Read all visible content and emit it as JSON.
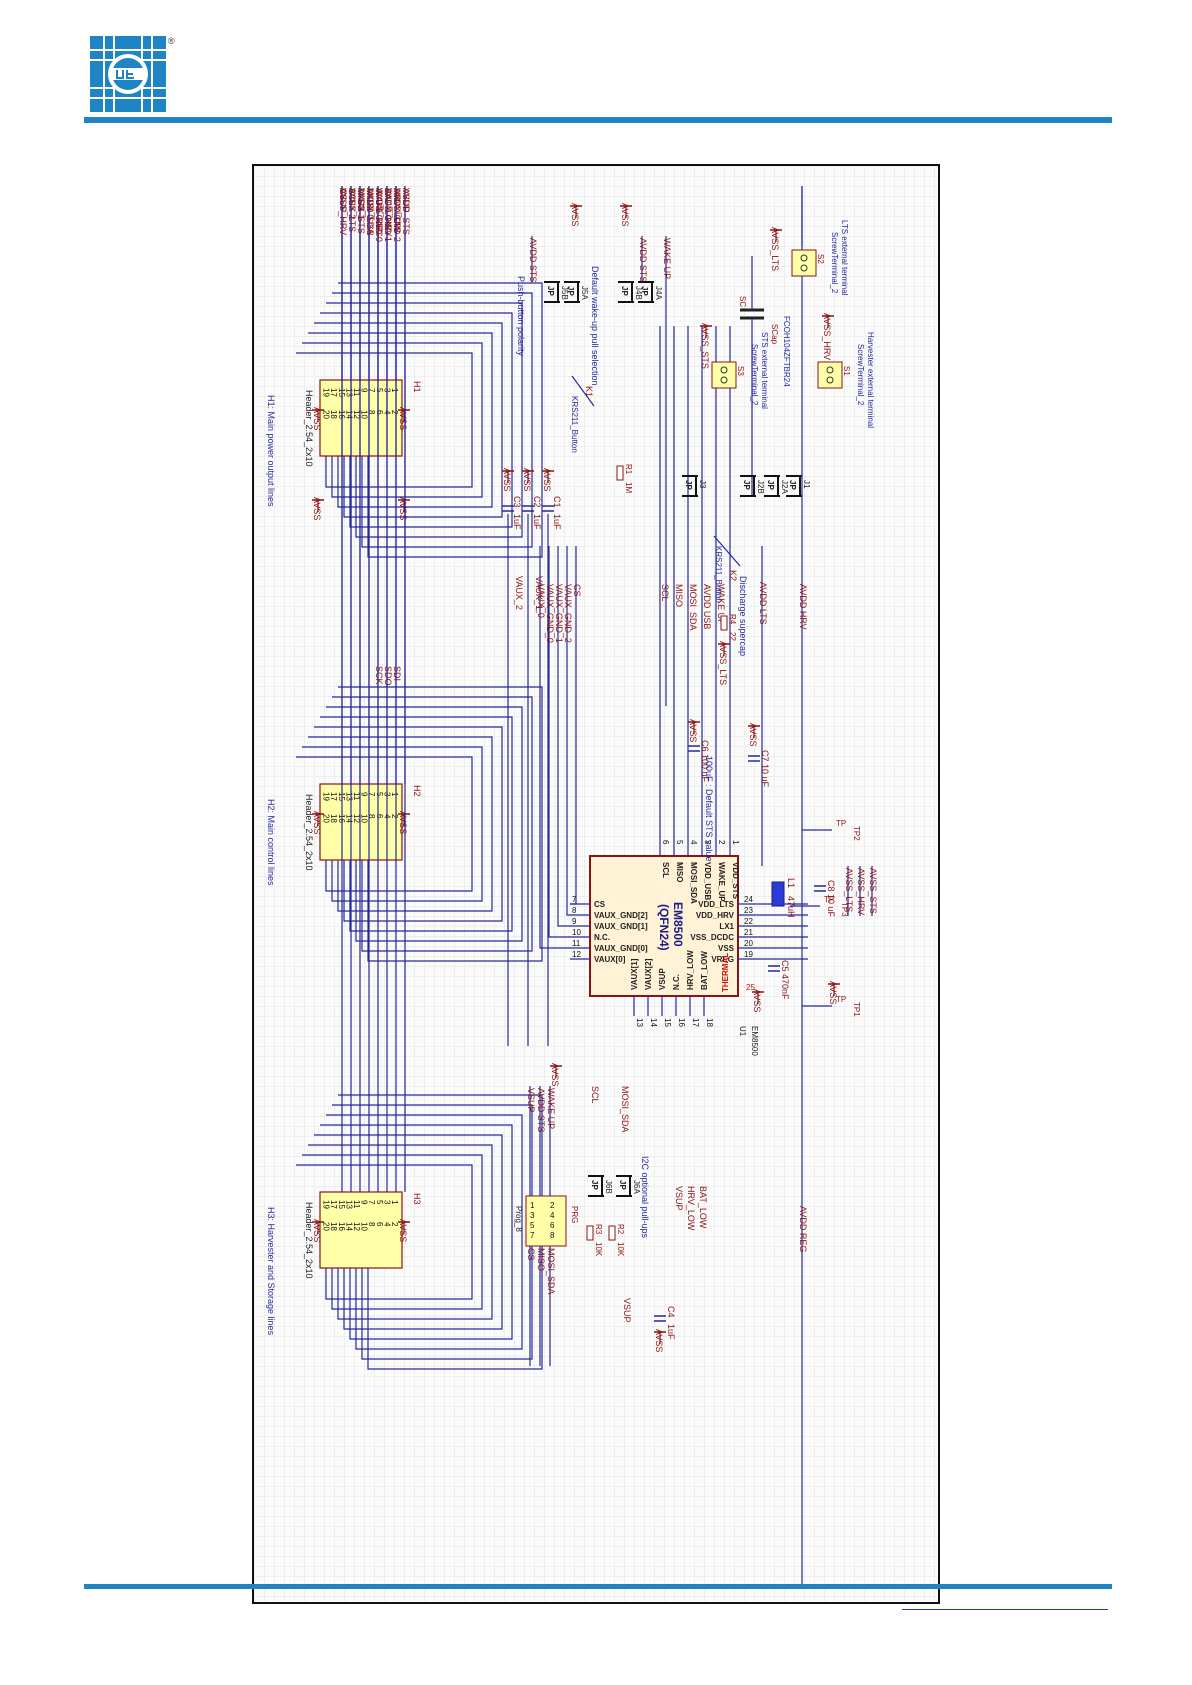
{
  "page": {
    "brand_color": "#1f84c4",
    "registered_mark": "®"
  },
  "schematic": {
    "colors": {
      "wire": "#26289a",
      "net_label": "#8a1313",
      "part": "#ffffa8",
      "part_border": "#8a1313",
      "chip": "#fff2d6"
    },
    "chip": {
      "name": "EM8500",
      "package": "(QFN24)",
      "ref": "U1",
      "part_number": "EM8500",
      "pins_left": [
        {
          "num": "1",
          "name": "VDD_STS"
        },
        {
          "num": "2",
          "name": "WAKE_UP"
        },
        {
          "num": "3",
          "name": "VDD_USB"
        },
        {
          "num": "4",
          "name": "MOSI_SDA"
        },
        {
          "num": "5",
          "name": "MISO"
        },
        {
          "num": "6",
          "name": "SCL"
        }
      ],
      "pins_top": [
        {
          "num": "7",
          "name": "CS"
        },
        {
          "num": "8",
          "name": "VAUX_GND[2]"
        },
        {
          "num": "9",
          "name": "VAUX_GND[1]"
        },
        {
          "num": "10",
          "name": "N.C."
        },
        {
          "num": "11",
          "name": "VAUX_GND[0]"
        },
        {
          "num": "12",
          "name": "VAUX[0]"
        }
      ],
      "pins_bottom": [
        {
          "num": "24",
          "name": "VDD_LTS"
        },
        {
          "num": "23",
          "name": "VDD_HRV"
        },
        {
          "num": "22",
          "name": "LX1"
        },
        {
          "num": "21",
          "name": "VSS_DCDC"
        },
        {
          "num": "20",
          "name": "VSS"
        },
        {
          "num": "19",
          "name": "VREG"
        }
      ],
      "pins_right": [
        {
          "num": "13",
          "name": "VAUX[1]"
        },
        {
          "num": "14",
          "name": "VAUX[2]"
        },
        {
          "num": "15",
          "name": "VSUP"
        },
        {
          "num": "16",
          "name": "N.C."
        },
        {
          "num": "17",
          "name": "HRV_LOW"
        },
        {
          "num": "18",
          "name": "BAT_LOW"
        }
      ],
      "thermal": {
        "num": "25",
        "name": "THERMAL"
      }
    },
    "headers": [
      {
        "ref": "H1",
        "title": "H1: Main power output lines",
        "part": "Header_2.54_2x10",
        "nets": [
          "VSUP",
          "VAUX 2",
          "VAUX 1",
          "VAUX 0",
          "VAUX GND 0",
          "VAUX GND 1",
          "VAUX GND 2"
        ],
        "gnd": [
          "AVSS",
          "AVSS",
          "AVSS",
          "AVSS"
        ]
      },
      {
        "ref": "H2",
        "title": "H2: Main control lines",
        "part": "Header_2.54_2x10",
        "nets": [
          "CS",
          "SCL",
          "MISO",
          "MOSI_SDA",
          "WAKE_UP",
          "BAT_LOW",
          "HRV_LOW",
          "VSUP"
        ],
        "alt": [
          "SCK",
          "SDO",
          "SDI"
        ],
        "gnd": [
          "AVSS",
          "AVSS"
        ]
      },
      {
        "ref": "H3",
        "title": "H3: Harvester and Storage lines",
        "part": "Header_2.54_2x10",
        "nets": [
          "AVSS_HRV",
          "AVSS_LTS",
          "AVSS_STS",
          "AVDD_USB",
          "AVDD_REG",
          "AVDD_HRV",
          "AVDD_LTS",
          "AVDD_STS"
        ],
        "gnd": [
          "AVSS",
          "AVSS"
        ]
      }
    ],
    "header_pins": [
      "1",
      "2",
      "3",
      "4",
      "5",
      "6",
      "7",
      "8",
      "9",
      "10",
      "11",
      "12",
      "13",
      "14",
      "15",
      "16",
      "17",
      "18",
      "19",
      "20"
    ],
    "caps": [
      {
        "ref": "C1",
        "value": "1uF"
      },
      {
        "ref": "C2",
        "value": "1uF"
      },
      {
        "ref": "C3",
        "value": "1uF"
      },
      {
        "ref": "C4",
        "value": "1uF"
      },
      {
        "ref": "C5",
        "value": "470nF"
      },
      {
        "ref": "C6",
        "value": "100 uF"
      },
      {
        "ref": "C7",
        "value": "10 uF"
      },
      {
        "ref": "C8",
        "value": "10 uF"
      }
    ],
    "resistors": [
      {
        "ref": "R1",
        "value": "1M"
      },
      {
        "ref": "R2",
        "value": "10K"
      },
      {
        "ref": "R3",
        "value": "10K"
      },
      {
        "ref": "R4",
        "value": "22"
      }
    ],
    "inductor": {
      "ref": "L1",
      "value": "47uH"
    },
    "supercap": {
      "ref": "SC",
      "value": "SCap",
      "part": "FCOH104ZFTBR24"
    },
    "jumpers": [
      "J1",
      "J2A",
      "J2B",
      "J3",
      "J4A",
      "J4B",
      "J5A",
      "J5B",
      "J6A",
      "J6B"
    ],
    "jumper_value": "JP",
    "buttons": [
      {
        "ref": "K1",
        "part": "KRS211_Button"
      },
      {
        "ref": "K2",
        "part": "KRS211_Button",
        "note": "Discharge supercap"
      }
    ],
    "terminals": [
      {
        "ref": "S1",
        "label": "Harvester external terminal",
        "part": "ScrewTerminal_2"
      },
      {
        "ref": "S2",
        "label": "LTS external terminal",
        "part": "ScrewTerminal_2"
      },
      {
        "ref": "S3",
        "label": "STS external terminal",
        "part": "ScrewTerminal_2"
      }
    ],
    "prog": {
      "ref": "PRG",
      "part": "Prog_8",
      "pins": [
        "1",
        "2",
        "3",
        "4",
        "5",
        "6",
        "7",
        "8"
      ],
      "left_nets": [
        "VSUP",
        "AVDD STS",
        "WAKE UP"
      ],
      "right_nets": [
        "CS",
        "MISO",
        "MOSI_SDA"
      ],
      "gnd": "AVSS"
    },
    "test_points": [
      {
        "ref": "TP1",
        "value": "TP"
      },
      {
        "ref": "TP2",
        "value": "TP"
      },
      {
        "ref": "TP3",
        "value": "TP"
      }
    ],
    "notes": {
      "pushbutton": "Push-button polarity",
      "wakeup": "Default wake-up pull selection",
      "i2c": "I2C optional pull-ups",
      "sts": "100uF : Default STS value"
    },
    "nets": {
      "avdd_sts": "AVDD STS",
      "wake_up": "WAKE UP",
      "avdd_lts": "AVDD LTS",
      "avdd_hrv": "AVDD HRV",
      "avdd_reg": "AVDD REG",
      "avss": "AVSS",
      "avss_lts": "AVSS_LTS",
      "avss_sts": "AVSS_STS",
      "avss_hrv": "AVSS_HRV",
      "vaux2": "VAUX_2",
      "vaux1": "VAUX_1",
      "vaux_gnd2": "VAUX_GND_2",
      "vaux_gnd1": "VAUX_GND_1",
      "vaux_gnd0": "VAUX_GND_0",
      "vaux0": "VAUX_0",
      "cs": "CS",
      "miso": "MISO",
      "mosi_sda": "MOSI_SDA",
      "scl": "SCL",
      "avdd_usb": "AVDD USB",
      "vsup": "VSUP",
      "hrv_low": "HRV_LOW",
      "bat_low": "BAT_LOW"
    }
  }
}
